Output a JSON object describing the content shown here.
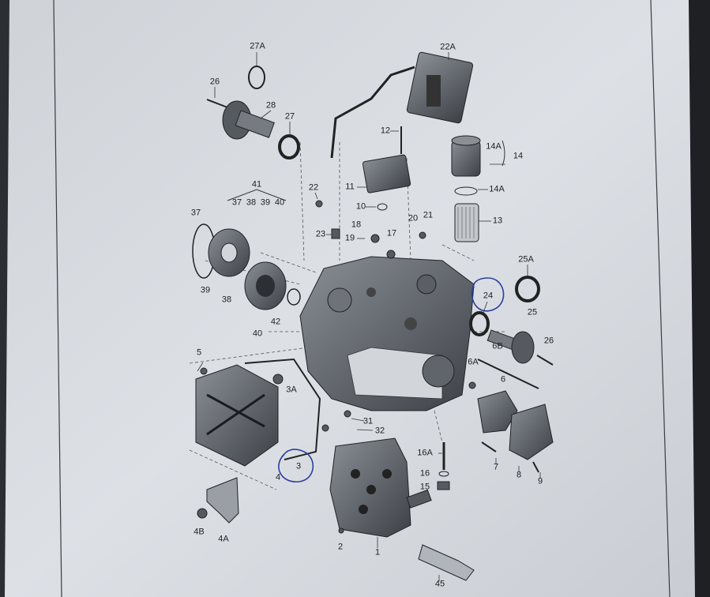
{
  "diagram": {
    "callouts": [
      {
        "id": "c27A",
        "text": "27A"
      },
      {
        "id": "c22A",
        "text": "22A"
      },
      {
        "id": "c26a",
        "text": "26"
      },
      {
        "id": "c28",
        "text": "28"
      },
      {
        "id": "c27",
        "text": "27"
      },
      {
        "id": "c12",
        "text": "12"
      },
      {
        "id": "c14A",
        "text": "14A"
      },
      {
        "id": "c14",
        "text": "14"
      },
      {
        "id": "c14Ab",
        "text": "14A"
      },
      {
        "id": "c41",
        "text": "41"
      },
      {
        "id": "c37a",
        "text": "37"
      },
      {
        "id": "c38a",
        "text": "38"
      },
      {
        "id": "c39a",
        "text": "39"
      },
      {
        "id": "c40a",
        "text": "40"
      },
      {
        "id": "c22",
        "text": "22"
      },
      {
        "id": "c11",
        "text": "11"
      },
      {
        "id": "c10",
        "text": "10"
      },
      {
        "id": "c13",
        "text": "13"
      },
      {
        "id": "c37",
        "text": "37"
      },
      {
        "id": "c18",
        "text": "18"
      },
      {
        "id": "c20",
        "text": "20"
      },
      {
        "id": "c21",
        "text": "21"
      },
      {
        "id": "c23",
        "text": "23"
      },
      {
        "id": "c19",
        "text": "19"
      },
      {
        "id": "c17",
        "text": "17"
      },
      {
        "id": "c25A",
        "text": "25A"
      },
      {
        "id": "c39",
        "text": "39"
      },
      {
        "id": "c38",
        "text": "38"
      },
      {
        "id": "c24",
        "text": "24"
      },
      {
        "id": "c25",
        "text": "25"
      },
      {
        "id": "c42",
        "text": "42"
      },
      {
        "id": "c40",
        "text": "40"
      },
      {
        "id": "c6B",
        "text": "6B"
      },
      {
        "id": "c26b",
        "text": "26"
      },
      {
        "id": "c5",
        "text": "5"
      },
      {
        "id": "c6A",
        "text": "6A"
      },
      {
        "id": "c3A",
        "text": "3A"
      },
      {
        "id": "c6",
        "text": "6"
      },
      {
        "id": "c31",
        "text": "31"
      },
      {
        "id": "c32",
        "text": "32"
      },
      {
        "id": "c16A",
        "text": "16A"
      },
      {
        "id": "c3",
        "text": "3"
      },
      {
        "id": "c4",
        "text": "4"
      },
      {
        "id": "c7",
        "text": "7"
      },
      {
        "id": "c8",
        "text": "8"
      },
      {
        "id": "c9",
        "text": "9"
      },
      {
        "id": "c16",
        "text": "16"
      },
      {
        "id": "c15",
        "text": "15"
      },
      {
        "id": "c4B",
        "text": "4B"
      },
      {
        "id": "c4A",
        "text": "4A"
      },
      {
        "id": "c2",
        "text": "2"
      },
      {
        "id": "c1",
        "text": "1"
      },
      {
        "id": "c45",
        "text": "45"
      }
    ]
  },
  "colors": {
    "paper": "#d9dde2",
    "ink": "#1c1f24",
    "pen_annotation": "#2a3f9e",
    "binder_dark": "#2b2e33"
  }
}
